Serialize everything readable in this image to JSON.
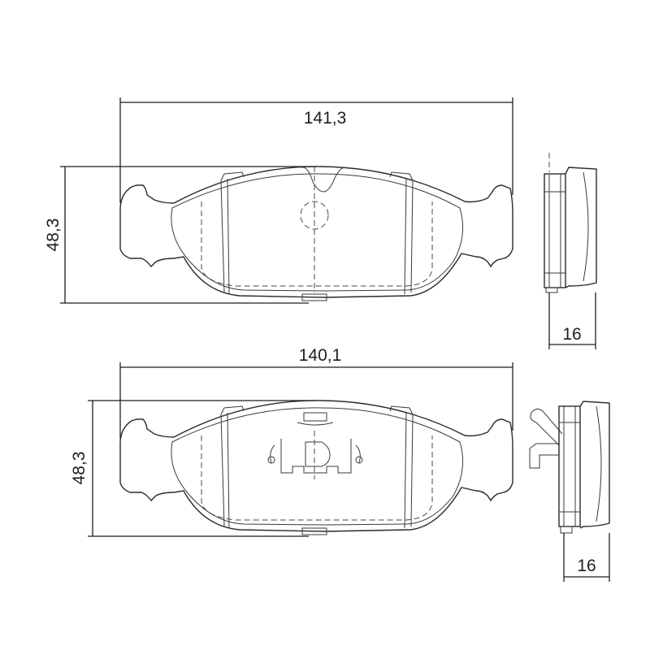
{
  "dimensions": {
    "top_width": "141,3",
    "top_height": "48,3",
    "top_thickness": "16",
    "bottom_width": "140,1",
    "bottom_height": "48,3",
    "bottom_thickness": "16"
  },
  "colors": {
    "line": "#2b2b2b",
    "background": "#ffffff"
  }
}
